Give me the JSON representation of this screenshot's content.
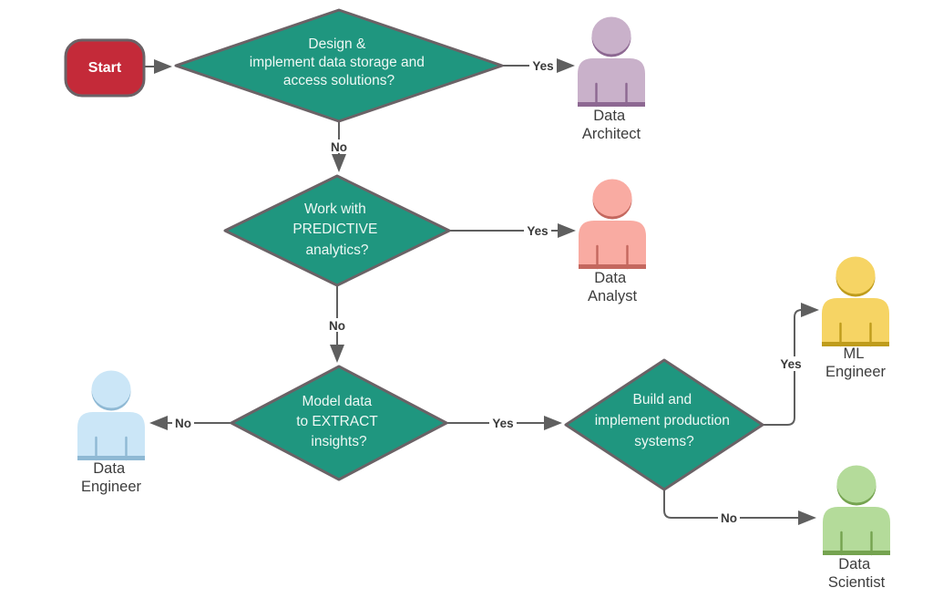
{
  "diagram": {
    "background": "#ffffff",
    "line_color": "#5f5f5f",
    "node_border_color": "#6b6266",
    "decision_fill": "#1f967f",
    "decision_text_color": "#eef8f4",
    "label_text_color": "#3d3d3d"
  },
  "start": {
    "label": "Start",
    "fill": "#c42a39",
    "text_color": "#ffffff"
  },
  "decisions": {
    "storage": {
      "line1": "Design &",
      "line2": "implement data storage and",
      "line3": "access solutions?"
    },
    "predictive": {
      "line1": "Work with",
      "line2": "PREDICTIVE",
      "line3": "analytics?"
    },
    "extract": {
      "line1": "Model data",
      "line2": "to EXTRACT",
      "line3": "insights?"
    },
    "production": {
      "line1": "Build and",
      "line2": "implement production",
      "line3": "systems?"
    }
  },
  "roles": {
    "architect": {
      "line1": "Data",
      "line2": "Architect",
      "color": "#c9b1ca",
      "shadow": "#8d6892"
    },
    "analyst": {
      "line1": "Data",
      "line2": "Analyst",
      "color": "#f9aba2",
      "shadow": "#c4685f"
    },
    "engineer": {
      "line1": "Data",
      "line2": "Engineer",
      "color": "#cbe6f7",
      "shadow": "#8fb9d4"
    },
    "ml": {
      "line1": "ML",
      "line2": "Engineer",
      "color": "#f6d464",
      "shadow": "#bf9c1c"
    },
    "scientist": {
      "line1": "Data",
      "line2": "Scientist",
      "color": "#b4db9a",
      "shadow": "#75a350"
    }
  },
  "edges": {
    "storage_yes": "Yes",
    "storage_no": "No",
    "predictive_yes": "Yes",
    "predictive_no": "No",
    "extract_no": "No",
    "extract_yes": "Yes",
    "production_yes": "Yes",
    "production_no": "No"
  }
}
